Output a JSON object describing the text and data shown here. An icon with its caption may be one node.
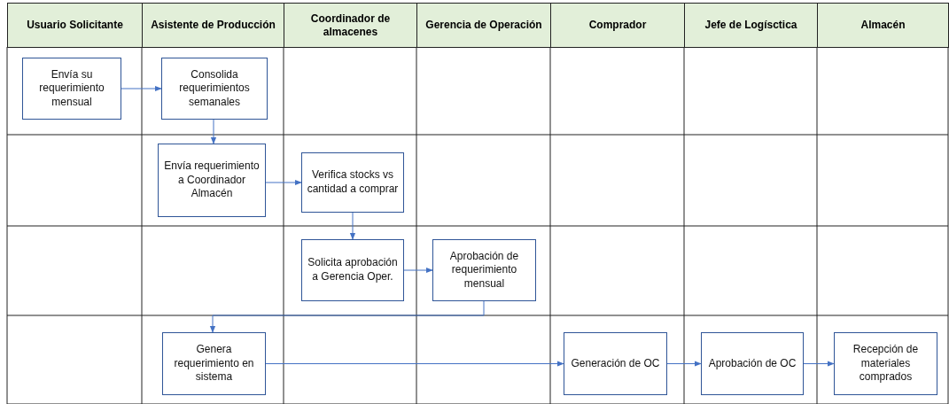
{
  "diagram": {
    "nodes": [
      {
        "text": [
          "Usuario Solicitante"
        ]
      },
      {
        "text": [
          "Asistente de Producción"
        ]
      },
      {
        "text": [
          "Coordinador de almacenes"
        ]
      },
      {
        "text": [
          "Gerencia de Operación"
        ]
      },
      {
        "text": [
          "Comprador"
        ]
      },
      {
        "text": [
          "Jefe de Logísctica"
        ]
      },
      {
        "text": [
          "Almacén"
        ]
      },
      {
        "text": [
          "Envía su requerimiento mensual"
        ]
      },
      {
        "text": [
          "Consolida requerimientos semanales"
        ]
      },
      {
        "text": [
          "Envía requerimiento a Coordinador Almacén"
        ]
      },
      {
        "text": [
          "Verifica stocks vs cantidad a comprar"
        ]
      },
      {
        "text": [
          "Solicita aprobación a Gerencia Oper."
        ]
      },
      {
        "text": [
          "Aprobación de requerimiento mensual"
        ]
      },
      {
        "text": [
          "Genera requerimiento en sistema"
        ]
      },
      {
        "text": [
          "Generación de OC"
        ]
      },
      {
        "text": [
          "Aprobación de OC"
        ]
      },
      {
        "text": [
          "Recepción de materiales comprados"
        ]
      }
    ],
    "edges": [
      {
        "from": 7,
        "to": 8,
        "arrow": "to"
      },
      {
        "from": 8,
        "to": 9,
        "arrow": "to"
      },
      {
        "from": 9,
        "to": 10,
        "arrow": "to"
      },
      {
        "from": 10,
        "to": 11,
        "arrow": "to"
      },
      {
        "from": 11,
        "to": 12,
        "arrow": "to"
      },
      {
        "from": 12,
        "to": 13,
        "arrow": "to"
      },
      {
        "from": 13,
        "to": 14,
        "arrow": "to"
      },
      {
        "from": 14,
        "to": 15,
        "arrow": "to"
      },
      {
        "from": 15,
        "to": 16,
        "arrow": "to"
      }
    ]
  }
}
